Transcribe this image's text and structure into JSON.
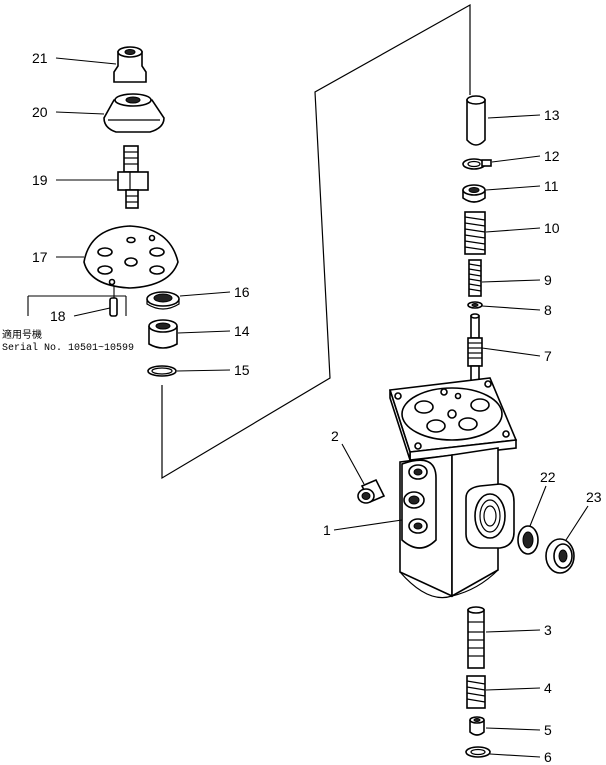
{
  "labels": {
    "p1": "1",
    "p2": "2",
    "p3": "3",
    "p4": "4",
    "p5": "5",
    "p6": "6",
    "p7": "7",
    "p8": "8",
    "p9": "9",
    "p10": "10",
    "p11": "11",
    "p12": "12",
    "p13": "13",
    "p14": "14",
    "p15": "15",
    "p16": "16",
    "p17": "17",
    "p18": "18",
    "p19": "19",
    "p20": "20",
    "p21": "21",
    "p22": "22",
    "p23": "23"
  },
  "note": {
    "jp": "適用号機",
    "serial": "Serial No. 10501~10599"
  }
}
